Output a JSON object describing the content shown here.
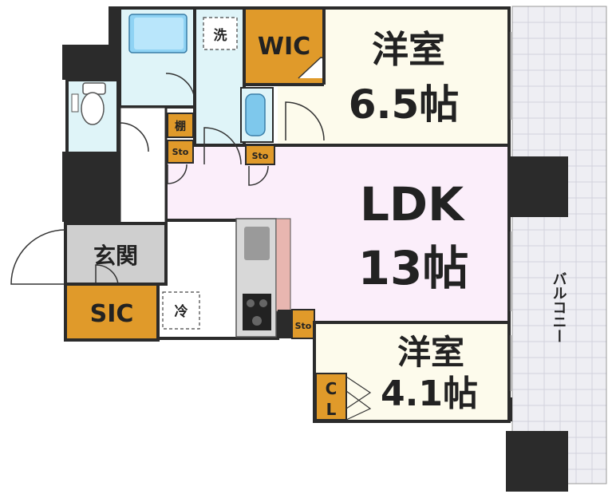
{
  "rooms": {
    "western1": {
      "name": "洋室",
      "size": "6.5帖"
    },
    "ldk": {
      "name": "LDK",
      "size": "13帖"
    },
    "western2": {
      "name": "洋室",
      "size": "4.1帖"
    },
    "wic": "WIC",
    "sic": "SIC",
    "entrance": "玄関",
    "balcony": "バルコニー",
    "cl_top": "C",
    "cl_bottom": "L"
  },
  "fixtures": {
    "washer": "洗",
    "fridge": "冷",
    "shelf": "棚",
    "storage": "Sto"
  },
  "colors": {
    "wall": "#2b2b2b",
    "western": "#fdfbec",
    "ldk": "#fbeefa",
    "wet": "#dff4f8",
    "storage": "#e09a2a",
    "entrance": "#cfcfcf",
    "balcony": "#eeeef3",
    "counter": "#e8b6b0"
  }
}
